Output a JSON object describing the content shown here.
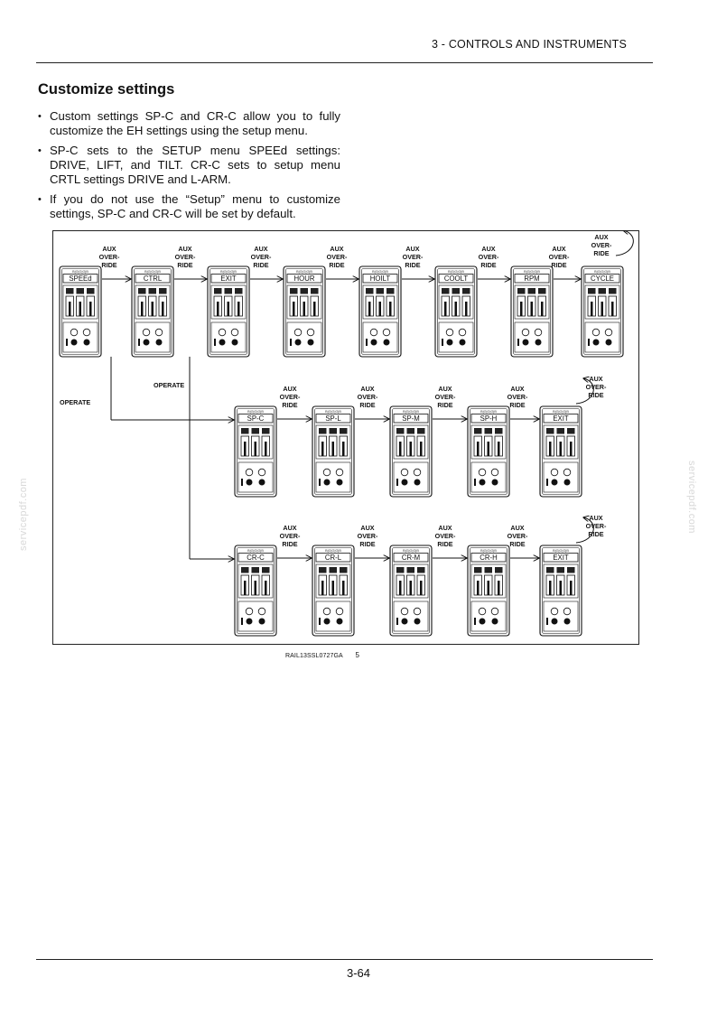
{
  "header": {
    "section": "3 - CONTROLS AND INSTRUMENTS"
  },
  "title": "Customize settings",
  "bullets": [
    "Custom settings SP-C and CR-C allow you to fully customize the EH settings using the setup menu.",
    "SP-C sets to the SETUP menu SPEEd settings: DRIVE, LIFT, and TILT. CR-C sets to setup menu CRTL settings DRIVE and L-ARM.",
    "If you do not use the “Setup” menu to customize settings, SP-C and CR-C will be set by default."
  ],
  "diagram": {
    "aux_label": [
      "AUX",
      "OVER-",
      "RIDE"
    ],
    "operate_label": "OPERATE",
    "panel_top_label": "B|G|G|G|B",
    "rows": [
      [
        "SPEEd",
        "CTRL",
        "EXIT",
        "HOUR",
        "HOILT",
        "COOLT",
        "RPM",
        "CYCLE"
      ],
      [
        "SP-C",
        "SP-L",
        "SP-M",
        "SP-H",
        "EXIT"
      ],
      [
        "CR-C",
        "CR-L",
        "CR-M",
        "CR-H",
        "EXIT"
      ]
    ]
  },
  "figure_caption": {
    "code": "RAIL13SSL0727GA",
    "number": "5"
  },
  "watermark": "servicepdf.com",
  "footer": {
    "page": "3-64"
  }
}
